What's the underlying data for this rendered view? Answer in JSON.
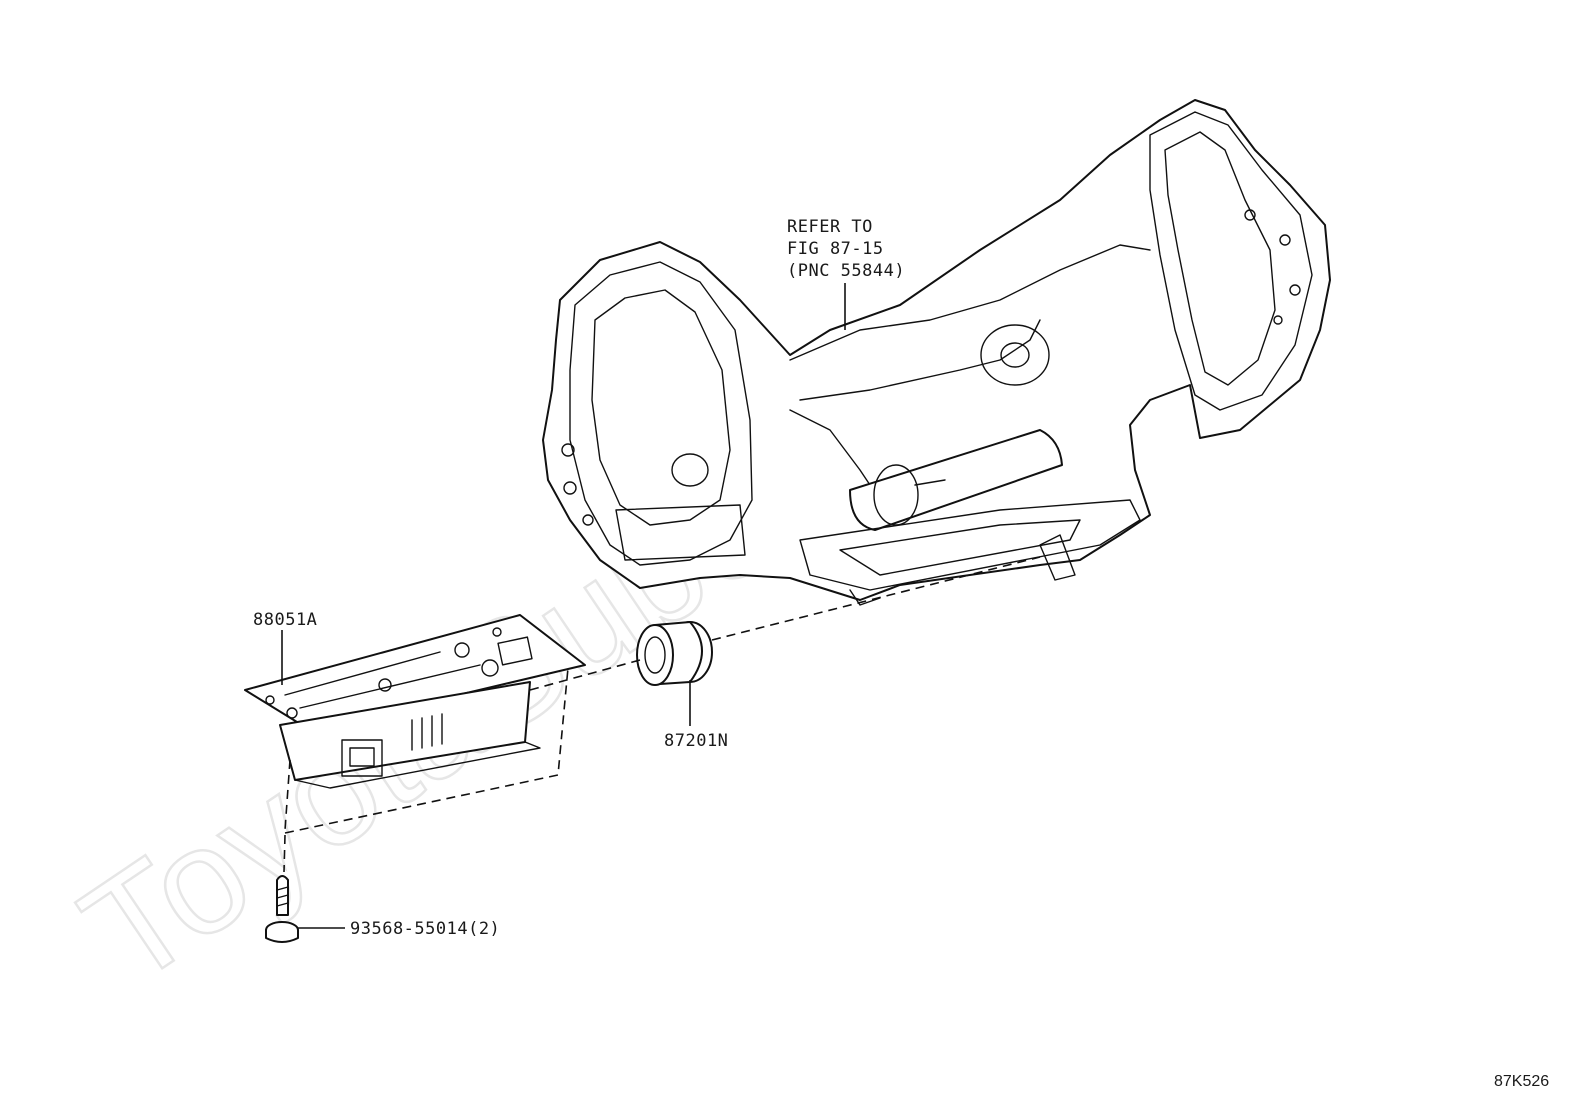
{
  "watermark": "ToyotaSuper.ru",
  "callouts": {
    "refer_line1": "REFER TO",
    "refer_line2": "FIG 87-15",
    "refer_line3": "(PNC 55844)",
    "part_computer": "88051A",
    "part_connector": "87201N",
    "part_screw": "93568-55014(2)"
  },
  "diagram_code": "87K526"
}
